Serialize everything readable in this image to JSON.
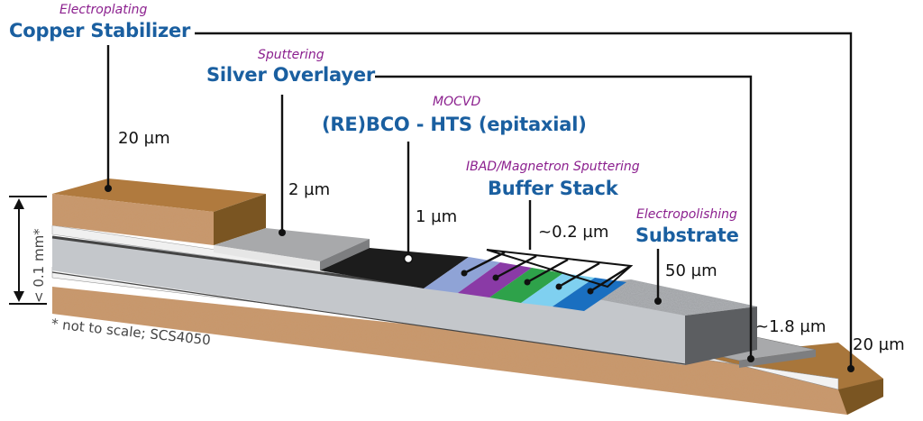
{
  "title": "HTS tape layer structure",
  "layers": [
    {
      "id": "copper",
      "process": "Electroplating",
      "name": "Copper Stabilizer",
      "thickness_top": "20 µm",
      "thickness_bottom": "20 µm",
      "color": "#b07a3e"
    },
    {
      "id": "silver",
      "process": "Sputtering",
      "name": "Silver Overlayer",
      "thickness_top": "2 µm",
      "thickness_bottom": "~1.8 µm",
      "color": "#a8a9ab"
    },
    {
      "id": "rebco",
      "process": "MOCVD",
      "name": "(RE)BCO - HTS (epitaxial)",
      "thickness": "1 µm",
      "color": "#1c1c1c"
    },
    {
      "id": "buffer",
      "process": "IBAD/Magnetron Sputtering",
      "name": "Buffer Stack",
      "thickness": "~0.2 µm",
      "color": "#1a5fa0"
    },
    {
      "id": "substrate",
      "process": "Electropolishing",
      "name": "Substrate",
      "thickness": "50 µm",
      "color": "#8e9093"
    }
  ],
  "buffer_colors": [
    "#8fa3d6",
    "#8a3aa6",
    "#2ea24a",
    "#7fd0f0",
    "#1a6fc0"
  ],
  "overall_thickness": "< 0.1 mm*",
  "footnote": "* not to scale; SCS4050",
  "colors": {
    "label_blue": "#1a5fa0",
    "process_purple": "#8b1f8e",
    "leader": "#111111"
  }
}
